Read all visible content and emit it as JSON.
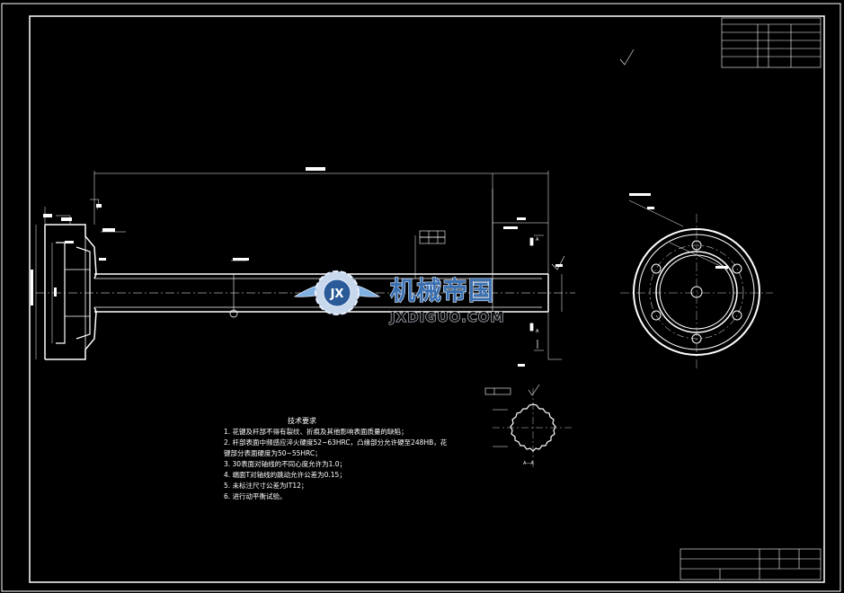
{
  "technical_requirements": {
    "title": "技术要求",
    "items": [
      "1. 花键及杆部不得有裂纹、折痕及其他影响表面质量的缺陷；",
      "2. 杆部表面中频感应淬火硬度52~63HRC，凸缘部分允许硬至248HB，花",
      "键部分表面硬度为50~55HRC；",
      "3. 30表面对轴线的不同心度允许为1.0；",
      "4. 端面T对轴线的跳动允许公差为0.15；",
      "5. 未标注尺寸公差为IT12；",
      "6. 进行动平衡试验。"
    ]
  },
  "section_label": "A—A",
  "section_marks": [
    "A",
    "A"
  ],
  "watermark": {
    "cn": "机械帝国",
    "en": "JXDIGUO.COM",
    "logo": "JX"
  },
  "colors": {
    "background": "#000000",
    "line": "#ffffff",
    "watermark_blue": "#3a6fb0"
  }
}
